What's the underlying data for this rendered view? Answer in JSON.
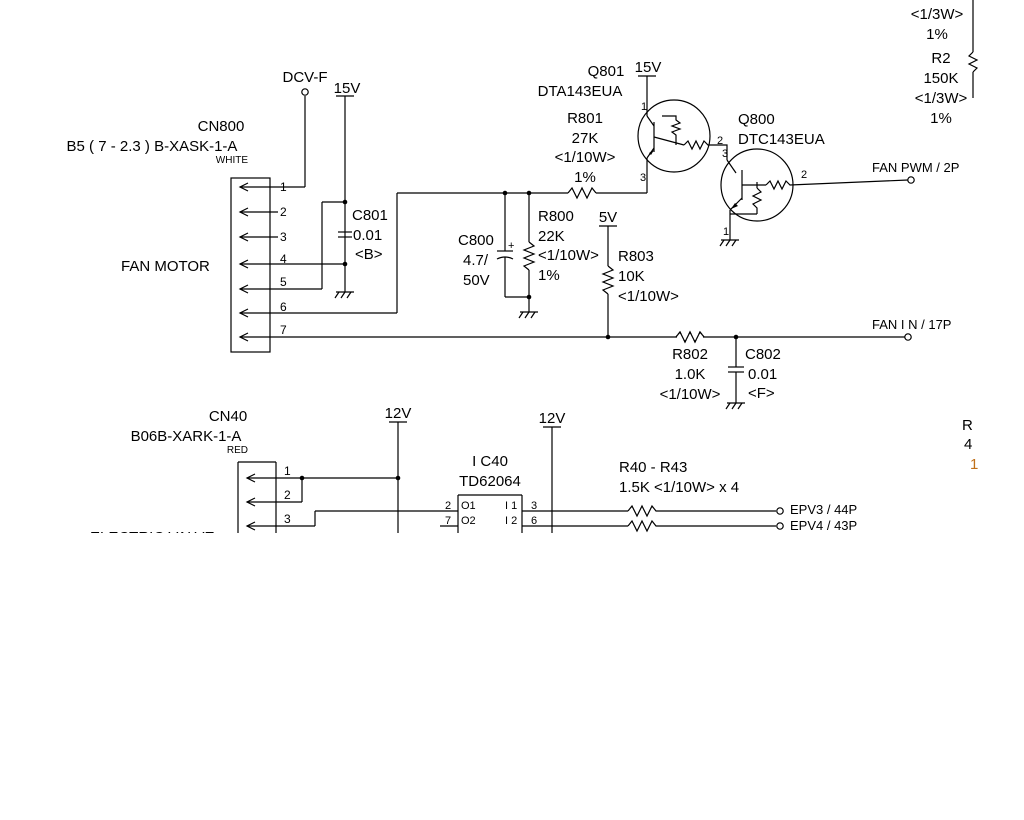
{
  "cn800": {
    "ref": "CN800",
    "part": "B5 ( 7 - 2.3 ) B-XASK-1-A",
    "color": "WHITE",
    "device": "FAN MOTOR",
    "pins": [
      "1",
      "2",
      "3",
      "4",
      "5",
      "6",
      "7"
    ]
  },
  "rails": {
    "dcvf": "DCV-F",
    "v15a": "15V",
    "v15b": "15V",
    "v5": "5V",
    "v12a": "12V",
    "v12b": "12V"
  },
  "c801": {
    "ref": "C801",
    "value": "0.01",
    "spec": "<B>"
  },
  "c800": {
    "ref": "C800",
    "value": "4.7/",
    "voltage": "50V",
    "plus": "+"
  },
  "r800": {
    "ref": "R800",
    "value": "22K",
    "power": "<1/10W>",
    "tol": "1%"
  },
  "r801": {
    "ref": "R801",
    "value": "27K",
    "power": "<1/10W>",
    "tol": "1%"
  },
  "r802": {
    "ref": "R802",
    "value": "1.0K",
    "power": "<1/10W>"
  },
  "r803": {
    "ref": "R803",
    "value": "10K",
    "power": "<1/10W>"
  },
  "c802": {
    "ref": "C802",
    "value": "0.01",
    "spec": "<F>"
  },
  "q801": {
    "ref": "Q801",
    "part": "DTA143EUA",
    "pin1": "1",
    "pin2": "2",
    "pin3": "3"
  },
  "q800": {
    "ref": "Q800",
    "part": "DTC143EUA",
    "pin1": "1",
    "pin2": "2",
    "pin3": "3"
  },
  "ports": {
    "fan_pwm": "FAN PWM / 2P",
    "fan_in": "FAN I N / 17P",
    "epv3": "EPV3 / 44P",
    "epv4": "EPV4 / 43P"
  },
  "r2": {
    "power_top": "<1/3W>",
    "tol_top": "1%",
    "ref": "R2",
    "value": "150K",
    "power": "<1/3W>",
    "tol": "1%"
  },
  "edge_right": {
    "r": "R",
    "n": "4",
    "one": "1"
  },
  "cn40": {
    "ref": "CN40",
    "part": "B06B-XARK-1-A",
    "color": "RED",
    "pins": [
      "1",
      "2",
      "3"
    ],
    "device": "ELECTRIC VALVE"
  },
  "ic40": {
    "ref": "I C40",
    "part": "TD62064",
    "o1": "O1",
    "o2": "O2",
    "i1": "I 1",
    "i2": "I 2",
    "p2": "2",
    "p7": "7",
    "p3": "3",
    "p6": "6"
  },
  "r40": {
    "ref": "R40 - R43",
    "spec": "1.5K <1/10W> x 4"
  }
}
